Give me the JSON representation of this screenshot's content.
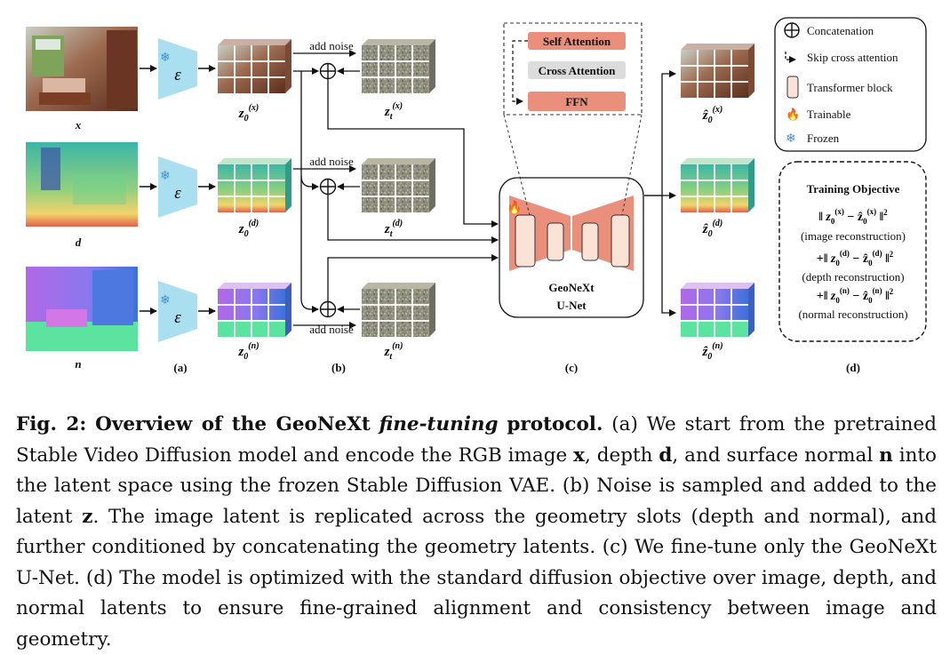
{
  "figure": {
    "inputs": [
      {
        "symbol": "x",
        "latent_label": "z0(x)",
        "noisy_label": "zt(x)",
        "pred_label": "ẑ0(x)"
      },
      {
        "symbol": "d",
        "latent_label": "z0(d)",
        "noisy_label": "zt(d)",
        "pred_label": "ẑ0(d)"
      },
      {
        "symbol": "n",
        "latent_label": "z0(n)",
        "noisy_label": "zt(n)",
        "pred_label": "ẑ0(n)"
      }
    ],
    "encoder_symbol": "ε",
    "add_noise": "add noise",
    "panel_labels": [
      "(a)",
      "(b)",
      "(c)",
      "(d)"
    ],
    "attention_blocks": [
      "Self Attention",
      "Cross Attention",
      "FFN"
    ],
    "unet_name": [
      "GeoNeXt",
      "U-Net"
    ],
    "legend": [
      {
        "icon": "concatenation-icon",
        "label": "Concatenation"
      },
      {
        "icon": "skip-arrow-icon",
        "label": "Skip cross attention"
      },
      {
        "icon": "transformer-block-icon",
        "label": "Transformer block"
      },
      {
        "icon": "flame-icon",
        "label": "Trainable"
      },
      {
        "icon": "snowflake-icon",
        "label": "Frozen"
      }
    ],
    "objective": {
      "title": "Training Objective",
      "terms": [
        {
          "prefix": "‖ ",
          "mod": "x",
          "note": "(image reconstruction)"
        },
        {
          "prefix": "+‖ ",
          "mod": "d",
          "note": "(depth reconstruction)"
        },
        {
          "prefix": "+‖ ",
          "mod": "n",
          "note": "(normal reconstruction)"
        }
      ]
    }
  },
  "caption": {
    "fig_label": "Fig. 2:",
    "title_start": "Overview of the GeoNeXt",
    "title_italic": "fine-tuning",
    "title_end": "protocol.",
    "p1": "(a) We start from the pretrained Stable Video Diffusion model and encode the RGB image",
    "x": "x",
    "p2": ", depth",
    "d": "d",
    "p3": ", and surface normal",
    "n": "n",
    "p4": "into the latent space using the frozen Stable Diffusion VAE. (b) Noise is sampled and added to the latent",
    "z": "z",
    "p5": ". The image latent is replicated across the geometry slots (depth and normal), and further conditioned by concatenating the geometry latents. (c) We fine-tune only the GeoNeXt U-Net. (d) The model is optimized with the standard diffusion objective over image, depth, and normal latents to ensure fine-grained alignment and consistency between image and geometry."
  }
}
